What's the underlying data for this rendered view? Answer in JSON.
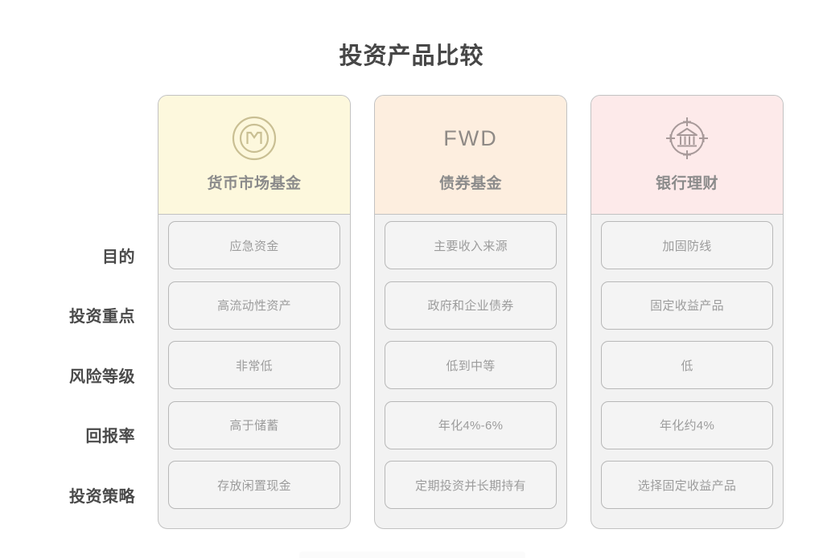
{
  "page": {
    "title": "投资产品比较",
    "background": "#ffffff",
    "title_color": "#474747"
  },
  "row_labels": [
    {
      "label": "目的"
    },
    {
      "label": "投资重点"
    },
    {
      "label": "风险等级"
    },
    {
      "label": "回报率"
    },
    {
      "label": "投资策略"
    }
  ],
  "columns": [
    {
      "id": "money-market-fund",
      "title": "货币市场基金",
      "icon": "coin-m-icon",
      "icon_text": "",
      "header_bg": "#fdf8dd",
      "icon_color": "#c9bf93",
      "cells": [
        "应急资金",
        "高流动性资产",
        "非常低",
        "高于储蓄",
        "存放闲置现金"
      ]
    },
    {
      "id": "bond-fund",
      "title": "债券基金",
      "icon": "fwd-text-icon",
      "icon_text": "FWD",
      "header_bg": "#fdeedf",
      "icon_color": "#8f8a86",
      "cells": [
        "主要收入来源",
        "政府和企业债券",
        "低到中等",
        "年化4%-6%",
        "定期投资并长期持有"
      ]
    },
    {
      "id": "bank-wealth-management",
      "title": "银行理财",
      "icon": "bank-target-icon",
      "icon_text": "",
      "header_bg": "#fdeaea",
      "icon_color": "#a89a9a",
      "cells": [
        "加固防线",
        "固定收益产品",
        "低",
        "年化约4%",
        "选择固定收益产品"
      ]
    }
  ],
  "style": {
    "cell_border": "#b8b8b8",
    "cell_bg": "#f4f4f4",
    "cell_text": "#9c9c9c",
    "column_border": "#c2c2c2",
    "column_bg": "#f2f2f2",
    "column_title_color": "#8b8b8b",
    "row_label_color": "#4a4a4a"
  }
}
